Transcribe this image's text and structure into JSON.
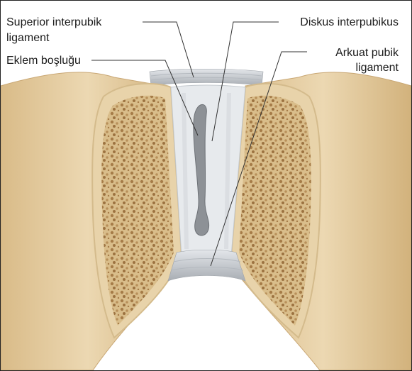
{
  "labels": {
    "superior_line1": "Superior interpubik",
    "superior_line2": "ligament",
    "eklem": "Eklem boşluğu",
    "diskus": "Diskus interpubikus",
    "arkuat_line1": "Arkuat pubik",
    "arkuat_line2": "ligament"
  },
  "colors": {
    "bone": "#e6cfa3",
    "bone_dark": "#c9a774",
    "spongy": "#b88f5a",
    "ligament": "#cfd3d8",
    "disc": "#eceff1",
    "cavity": "#8d9196",
    "leader": "#333333"
  }
}
